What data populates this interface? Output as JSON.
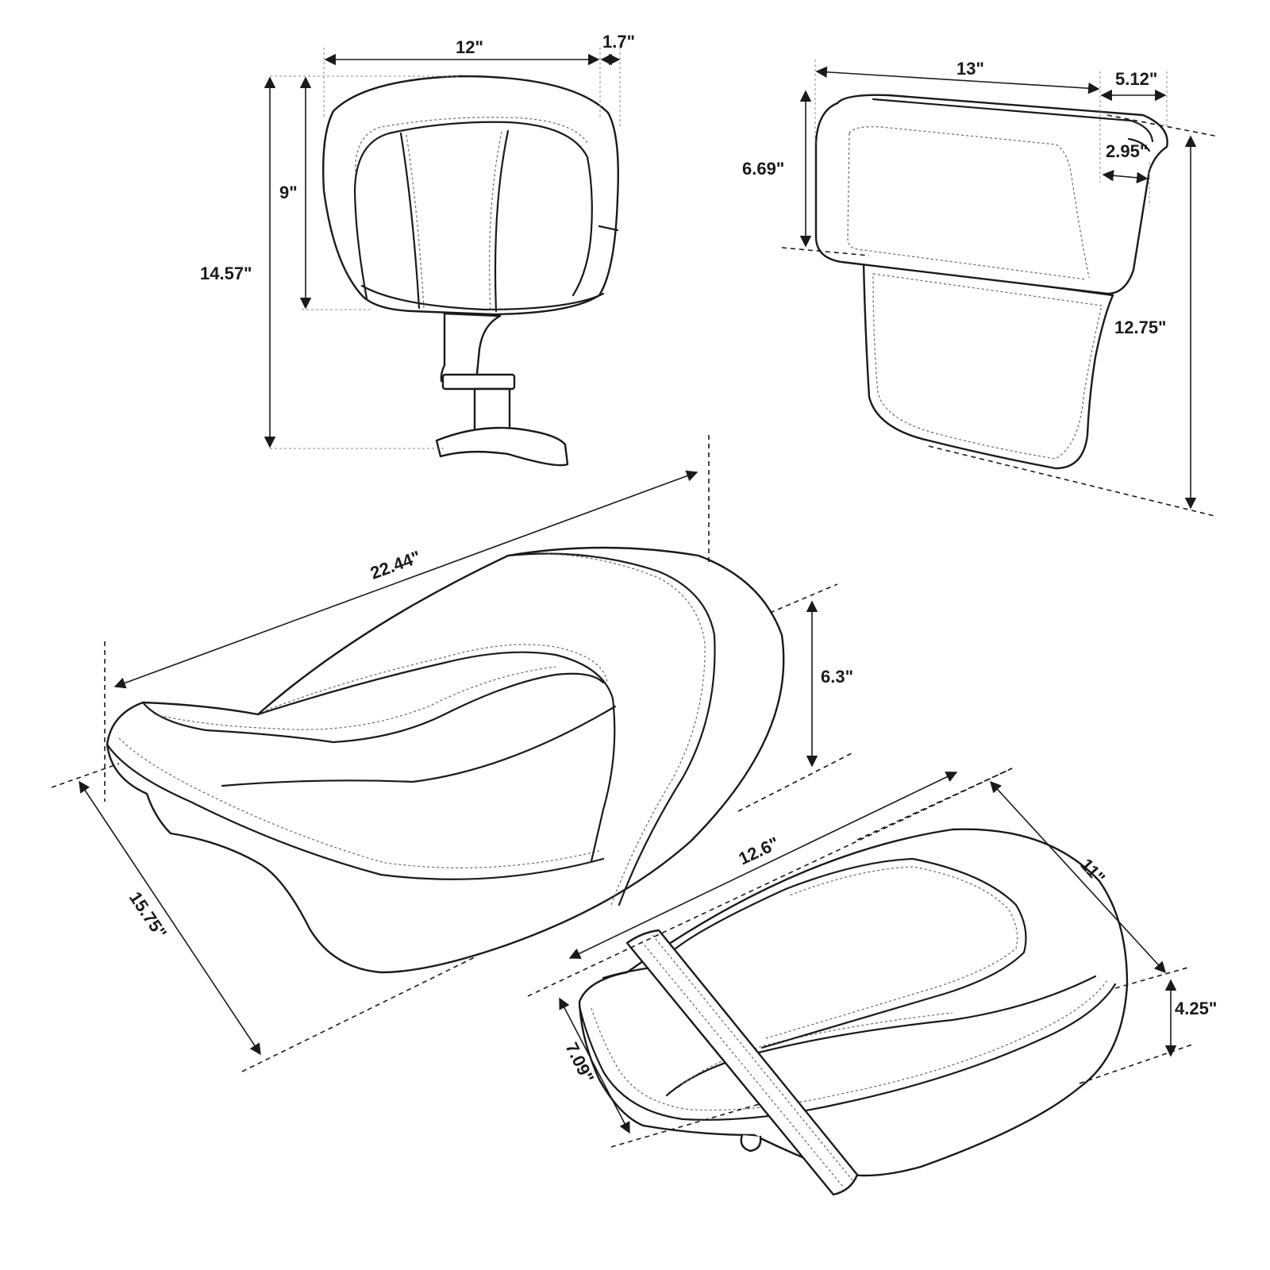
{
  "colors": {
    "stroke": "#1a1a1a",
    "background": "#ffffff",
    "stitch": "#666666"
  },
  "backrest": {
    "width": "12\"",
    "thickness": "1.7\"",
    "pad_height": "9\"",
    "total_height": "14.57\""
  },
  "passenger_backrest": {
    "width": "13\"",
    "depth": "5.12\"",
    "height": "6.69\"",
    "offset": "2.95\"",
    "total_height": "12.75\""
  },
  "driver_seat": {
    "length": "22.44\"",
    "height": "6.3\"",
    "width": "15.75\""
  },
  "passenger_seat": {
    "length": "12.6\"",
    "width": "11\"",
    "height": "4.25\"",
    "front_width": "7.09\""
  }
}
